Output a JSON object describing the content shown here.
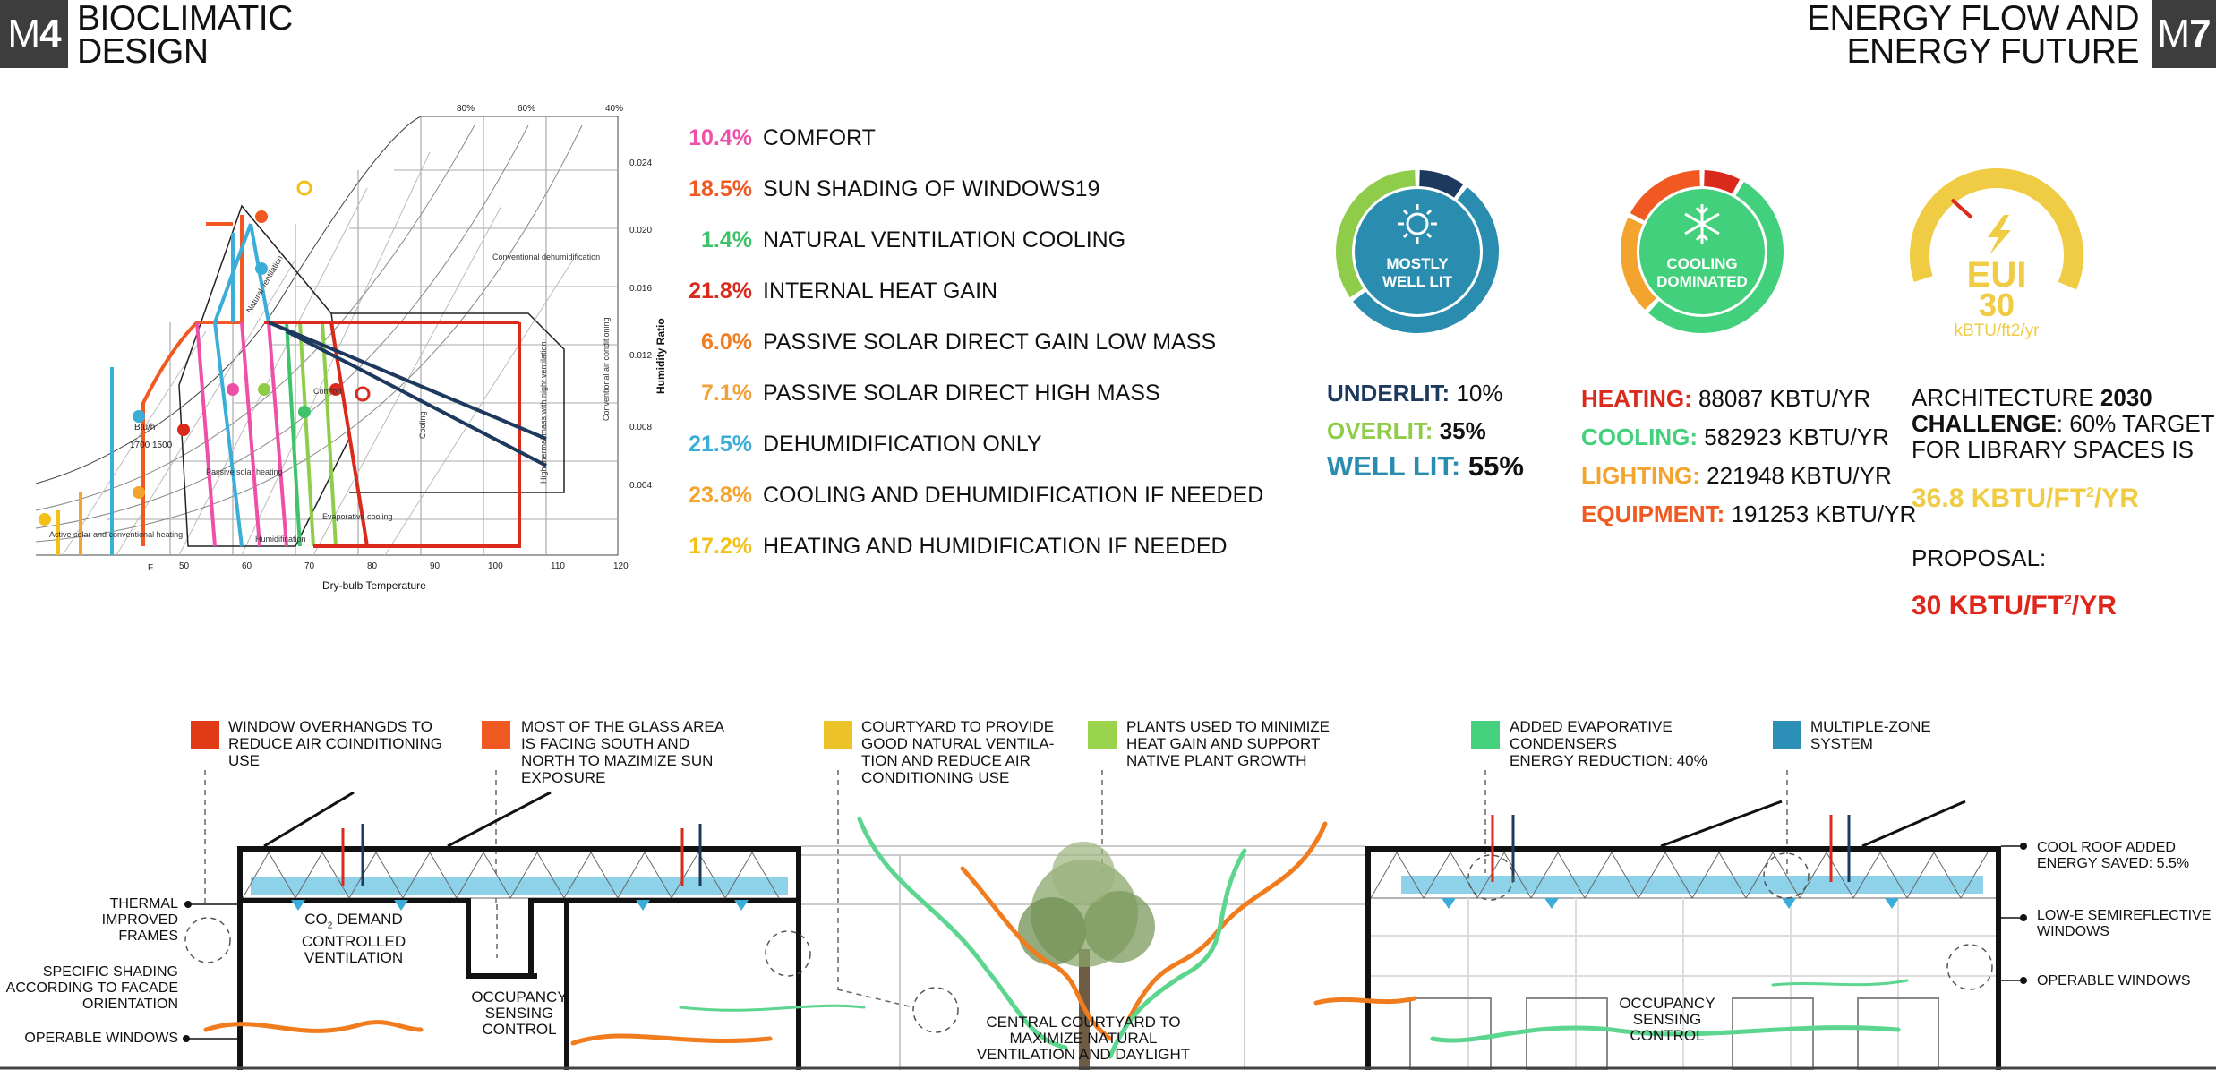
{
  "header_left": {
    "tag_prefix": "M",
    "tag_number": "4",
    "title_line1": "BIOCLIMATIC",
    "title_line2": "DESIGN"
  },
  "header_right": {
    "tag_prefix": "M",
    "tag_number": "7",
    "title_line1": "ENERGY FLOW AND",
    "title_line2": "ENERGY FUTURE"
  },
  "psychrometric_chart": {
    "xlabel": "Dry-bulb Temperature",
    "ylabel": "Humidity Ratio",
    "x_ticks": [
      "50",
      "60",
      "70",
      "80",
      "90",
      "100",
      "110",
      "120"
    ],
    "y_ticks": [
      "0.004",
      "0.008",
      "0.012",
      "0.016",
      "0.020",
      "0.024"
    ],
    "rh_ticks": [
      "80%",
      "60%",
      "40%"
    ],
    "zone_labels": {
      "natural_ventilation": "Natural ventilation",
      "conventional_dehum": "Conventional dehumidification",
      "humidification": "Humidification",
      "passive_solar": "Passive solar heating",
      "active_solar": "Active solar and conventional heating",
      "comfort": "Comfort",
      "evaporative": "Evaporative cooling",
      "cooling": "Cooling",
      "high_mass": "High thermal mass with night ventilation",
      "conventional_ac": "Conventional air conditioning",
      "btu_line": "Btu/h",
      "btu_1700": "1700",
      "btu_1500": "1500",
      "f": "F"
    }
  },
  "strategies": [
    {
      "pct": "10.4%",
      "label": "COMFORT",
      "color": "#ee4fa8"
    },
    {
      "pct": "18.5%",
      "label": "SUN SHADING OF WINDOWS19",
      "color": "#f05a22"
    },
    {
      "pct": "1.4%",
      "label": "NATURAL VENTILATION COOLING",
      "color": "#3fc36a"
    },
    {
      "pct": "21.8%",
      "label": "INTERNAL HEAT GAIN",
      "color": "#d92a1c"
    },
    {
      "pct": "6.0%",
      "label": "PASSIVE SOLAR DIRECT GAIN LOW MASS",
      "color": "#f07c1e"
    },
    {
      "pct": "7.1%",
      "label": "PASSIVE SOLAR DIRECT HIGH MASS",
      "color": "#f1a23a"
    },
    {
      "pct": "21.5%",
      "label": "DEHUMIDIFICATION ONLY",
      "color": "#3aaed8"
    },
    {
      "pct": "23.8%",
      "label": "COOLING AND DEHUMIDIFICATION IF NEEDED",
      "color": "#f3a42e"
    },
    {
      "pct": "17.2%",
      "label": "HEATING AND HUMIDIFICATION IF NEEDED",
      "color": "#f2c118"
    }
  ],
  "daylight": {
    "donut_label_line1": "MOSTLY",
    "donut_label_line2": "WELL LIT",
    "fractions": {
      "underlit": 0.1,
      "overlit": 0.35,
      "well_lit": 0.55
    },
    "underlit_label": "UNDERLIT:",
    "underlit_value": "10%",
    "overlit_label": "OVERLIT:",
    "overlit_value": "35%",
    "welllit_label": "WELL LIT:",
    "welllit_value": "55%",
    "colors": {
      "underlit": "#1d3a5e",
      "overlit": "#8fcc4a",
      "well_lit": "#2a8db0"
    }
  },
  "loads": {
    "donut_label_line1": "COOLING",
    "donut_label_line2": "DOMINATED",
    "heating_label": "HEATING:",
    "heating_value": "88087 KBTU/YR",
    "cooling_label": "COOLING:",
    "cooling_value": "582923 KBTU/YR",
    "lighting_label": "LIGHTING:",
    "lighting_value": "221948 KBTU/YR",
    "equipment_label": "EQUIPMENT:",
    "equipment_value": "191253 KBTU/YR",
    "values": {
      "heating": 88087,
      "cooling": 582923,
      "lighting": 221948,
      "equipment": 191253
    },
    "colors": {
      "heating": "#d92a1c",
      "cooling": "#43d07c",
      "lighting": "#f3a42e",
      "equipment": "#f05a22"
    }
  },
  "eui": {
    "big_label": "EUI",
    "value": "30",
    "unit": "kBTU/ft2/yr",
    "gauge_fraction": 0.82,
    "color": "#f0cc45",
    "challenge_line1_a": "ARCHITECTURE ",
    "challenge_line1_b": "2030",
    "challenge_line2_a": "CHALLENGE",
    "challenge_line2_b": ": 60% TARGET",
    "challenge_line3": "FOR LIBRARY SPACES IS",
    "target_value": "36.8 KBTU/FT",
    "target_sup": "2",
    "target_unit": "/YR",
    "proposal_label": "PROPOSAL:",
    "proposal_value": "30 KBTU/FT",
    "proposal_sup": "2",
    "proposal_unit": "/YR"
  },
  "section_legend": [
    {
      "color": "#e13a17",
      "text_line1": "WINDOW OVERHANGDS TO",
      "text_line2": "REDUCE AIR COINDITIONING",
      "text_line3": "USE"
    },
    {
      "color": "#f05a22",
      "text_line1": "MOST OF THE GLASS AREA",
      "text_line2": "IS FACING SOUTH AND",
      "text_line3": "NORTH TO MAZIMIZE SUN",
      "text_line4": "EXPOSURE"
    },
    {
      "color": "#edc32a",
      "text_line1": "COURTYARD TO PROVIDE",
      "text_line2": "GOOD NATURAL VENTILA-",
      "text_line3": "TION AND REDUCE AIR",
      "text_line4": "CONDITIONING USE"
    },
    {
      "color": "#9ad34c",
      "text_line1": "PLANTS USED TO MINIMIZE",
      "text_line2": "HEAT GAIN AND SUPPORT",
      "text_line3": "NATIVE PLANT GROWTH"
    },
    {
      "color": "#45d07e",
      "text_line1": "ADDED EVAPORATIVE",
      "text_line2": "CONDENSERS",
      "text_line3": "ENERGY REDUCTION: 40%"
    },
    {
      "color": "#2b8fb8",
      "text_line1": "MULTIPLE-ZONE",
      "text_line2": "SYSTEM"
    }
  ],
  "section_labels": {
    "thermal_frames_1": "THERMAL IMPROVED",
    "thermal_frames_2": "FRAMES",
    "shading_1": "SPECIFIC SHADING",
    "shading_2": "ACCORDING TO FACADE",
    "shading_3": "ORIENTATION",
    "operable_left": "OPERABLE WINDOWS",
    "co2_1": "CO",
    "co2_sub": "2",
    "co2_1b": " DEMAND",
    "co2_2": "CONTROLLED",
    "co2_3": "VENTILATION",
    "occ_left_1": "OCCUPANCY",
    "occ_left_2": "SENSING",
    "occ_left_3": "CONTROL",
    "courtyard_1": "CENTRAL COURTYARD TO",
    "courtyard_2": "MAXIMIZE NATURAL",
    "courtyard_3": "VENTILATION AND DAYLIGHT",
    "occ_right_1": "OCCUPANCY",
    "occ_right_2": "SENSING",
    "occ_right_3": "CONTROL",
    "cool_roof_1": "COOL ROOF ADDED",
    "cool_roof_2": "ENERGY SAVED: 5.5%",
    "lowe_1": "LOW-E SEMIREFLECTIVE",
    "lowe_2": "WINDOWS",
    "operable_right": "OPERABLE WINDOWS"
  }
}
